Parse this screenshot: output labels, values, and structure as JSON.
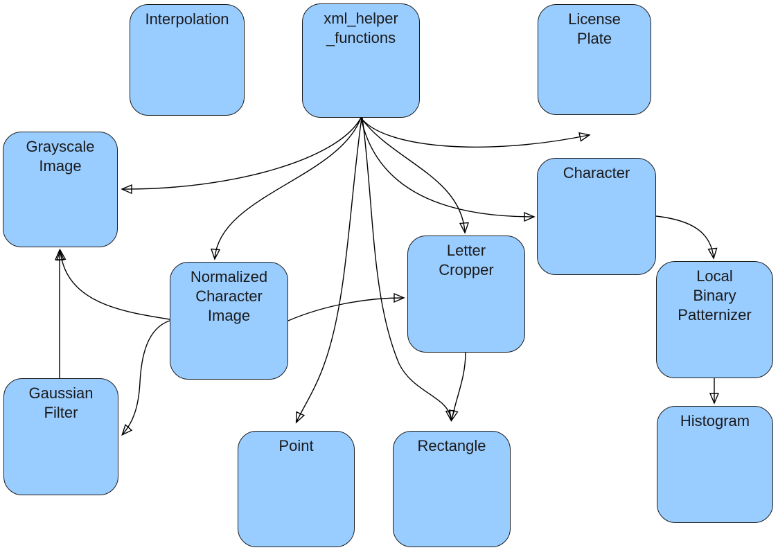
{
  "diagram": {
    "colors": {
      "background": "#ffffff",
      "node_fill": "#99ccff",
      "node_border": "#1b1b1b",
      "edge": "#000000",
      "text": "#1a1a1a"
    },
    "nodes": [
      {
        "id": "interpolation",
        "label": "Interpolation"
      },
      {
        "id": "xml_helper_functions",
        "label": "xml_helper\n_functions"
      },
      {
        "id": "license_plate",
        "label": "License\nPlate"
      },
      {
        "id": "grayscale_image",
        "label": "Grayscale\nImage"
      },
      {
        "id": "character",
        "label": "Character"
      },
      {
        "id": "letter_cropper",
        "label": "Letter\nCropper"
      },
      {
        "id": "normalized_character_image",
        "label": "Normalized\nCharacter\nImage"
      },
      {
        "id": "local_binary_patternizer",
        "label": "Local\nBinary\nPatternizer"
      },
      {
        "id": "gaussian_filter",
        "label": "Gaussian\nFilter"
      },
      {
        "id": "histogram",
        "label": "Histogram"
      },
      {
        "id": "point",
        "label": "Point"
      },
      {
        "id": "rectangle",
        "label": "Rectangle"
      }
    ],
    "edges": [
      {
        "from": "xml_helper_functions",
        "to": "license_plate"
      },
      {
        "from": "xml_helper_functions",
        "to": "grayscale_image"
      },
      {
        "from": "xml_helper_functions",
        "to": "normalized_character_image"
      },
      {
        "from": "xml_helper_functions",
        "to": "letter_cropper"
      },
      {
        "from": "xml_helper_functions",
        "to": "character"
      },
      {
        "from": "xml_helper_functions",
        "to": "point"
      },
      {
        "from": "xml_helper_functions",
        "to": "rectangle"
      },
      {
        "from": "letter_cropper",
        "to": "rectangle"
      },
      {
        "from": "normalized_character_image",
        "to": "letter_cropper"
      },
      {
        "from": "normalized_character_image",
        "to": "grayscale_image"
      },
      {
        "from": "gaussian_filter",
        "to": "grayscale_image"
      },
      {
        "from": "normalized_character_image",
        "to": "gaussian_filter"
      },
      {
        "from": "character",
        "to": "local_binary_patternizer"
      },
      {
        "from": "local_binary_patternizer",
        "to": "histogram"
      }
    ]
  }
}
